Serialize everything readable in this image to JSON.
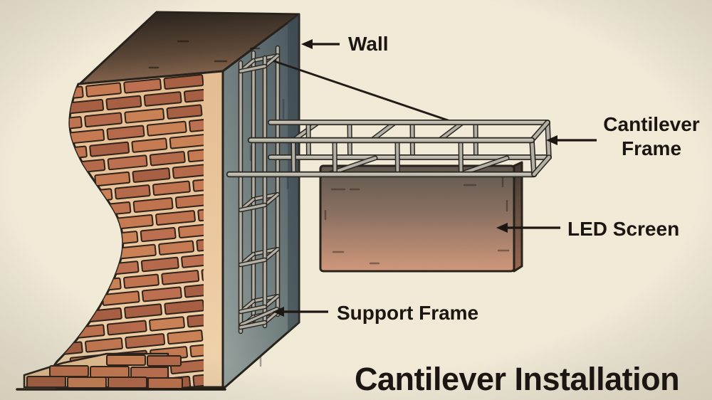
{
  "scene": {
    "background": "#f2ecd9"
  },
  "title": {
    "text": "Cantilever Installation"
  },
  "labels": {
    "wall": {
      "text": "Wall"
    },
    "cantilever_frame": {
      "line1": "Cantilever",
      "line2": "Frame"
    },
    "led_screen": {
      "text": "LED Screen"
    },
    "support_frame": {
      "text": "Support Frame"
    }
  },
  "colors": {
    "label_text": "#1b1611",
    "arrow": "#1c1712",
    "outline": "#26211a",
    "cable": "#1f1a15",
    "ground": "#1f1a15",
    "wall_top_dark": "#221d17",
    "wall_top_mid": "#5b4636",
    "wall_top_light": "#8a6850",
    "wall_side_light": "#98a5a0",
    "wall_side_dark": "#44525a",
    "wall_side_edge": "#37434b",
    "mortar_top": "#e7bd92",
    "mortar_bottom": "#f2d5ae",
    "brick_palette": [
      "#c1734e",
      "#b56a4a",
      "#cb8156",
      "#a85f42",
      "#bd7050",
      "#c77a52"
    ],
    "bar_outline": "#29241e",
    "bar_fill": "#b4b1a7",
    "bar_highlight": "#ddd8cb",
    "screen_top": "#5f574e",
    "screen_mid": "#8a7061",
    "screen_bottom": "#d2987b",
    "screen_side_top": "#3f3933",
    "screen_side_bottom": "#99684f",
    "vignette": "#6f6548"
  }
}
